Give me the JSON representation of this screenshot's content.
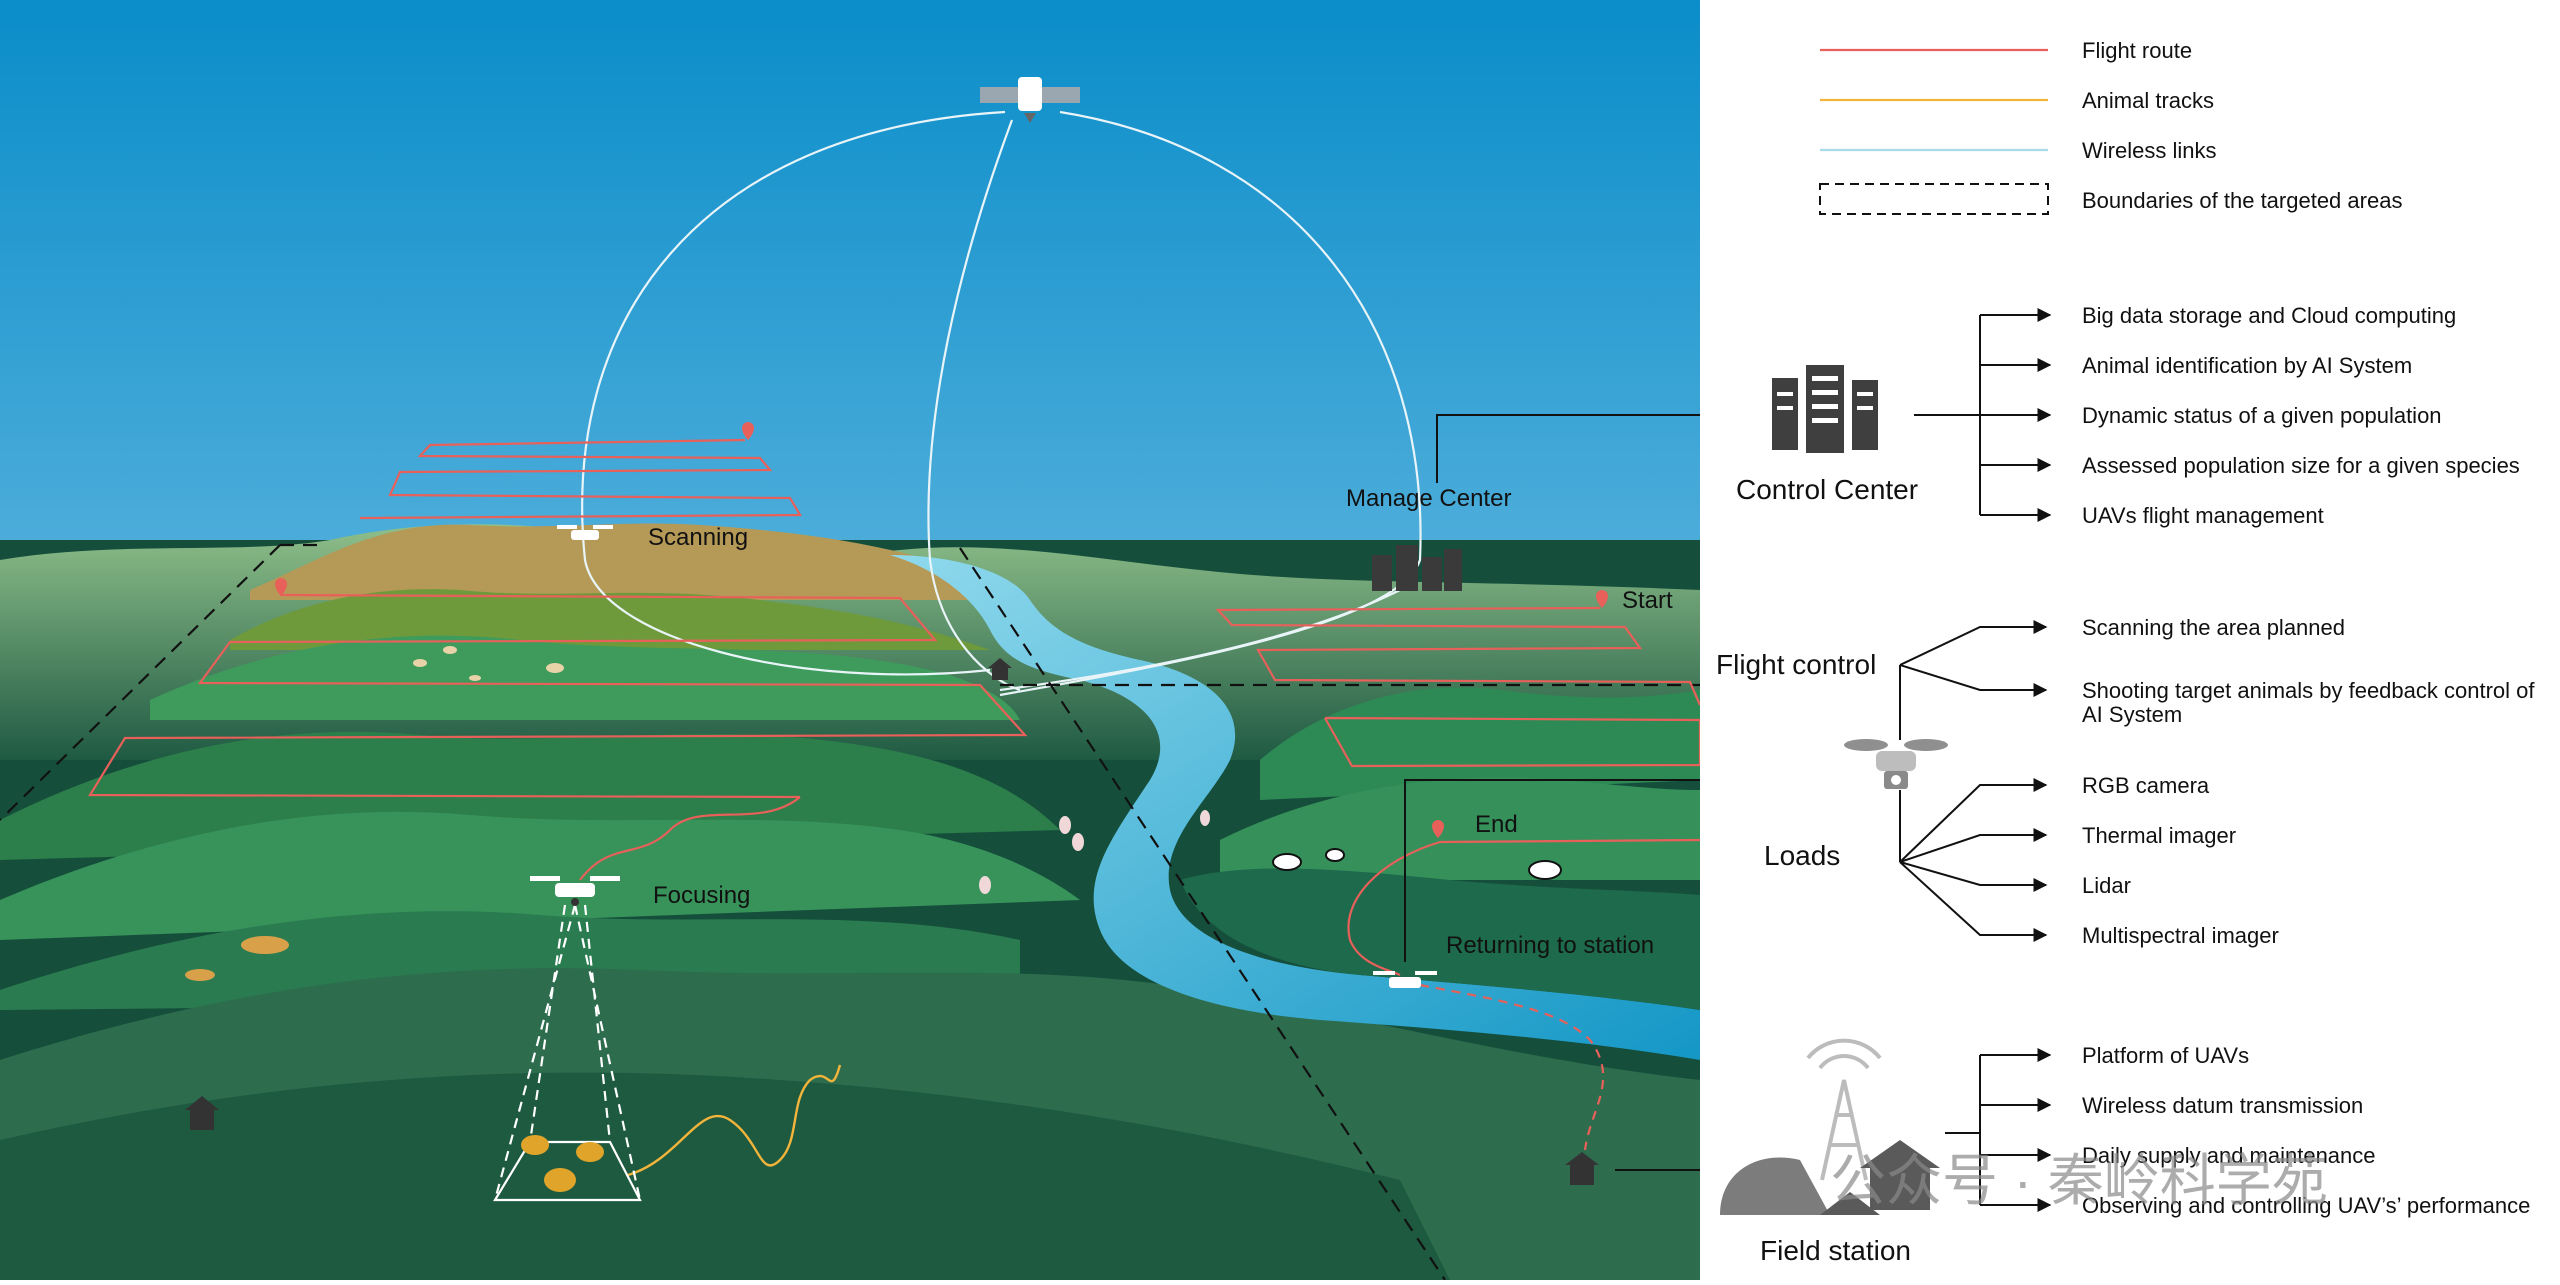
{
  "legend": [
    {
      "label": "Flight route",
      "color": "#e8605a",
      "style": "solid"
    },
    {
      "label": "Animal tracks",
      "color": "#f2b43a",
      "style": "solid"
    },
    {
      "label": "Wireless links",
      "color": "#a9dcea",
      "style": "solid"
    },
    {
      "label": "Boundaries of the targeted areas",
      "color": "#111111",
      "style": "dashed"
    }
  ],
  "scene_labels": {
    "scanning": "Scanning",
    "focusing": "Focusing",
    "manage_center": "Manage Center",
    "start": "Start",
    "end": "End",
    "returning": "Returning to station"
  },
  "control_center": {
    "title": "Control Center",
    "outputs": [
      "Big data storage and Cloud computing",
      "Animal identification by AI System",
      "Dynamic status of a given population",
      "Assessed population size for a given species",
      "UAVs flight management"
    ]
  },
  "flight_control": {
    "title": "Flight control",
    "outputs": [
      {
        "line1": "Scanning the area planned",
        "line2": ""
      },
      {
        "line1": "Shooting target animals by feedback control of",
        "line2": "AI System"
      }
    ]
  },
  "loads": {
    "title": "Loads",
    "outputs": [
      "RGB camera",
      "Thermal imager",
      "Lidar",
      "Multispectral imager"
    ]
  },
  "field_station": {
    "title": "Field station",
    "outputs": [
      "Platform of UAVs",
      "Wireless datum transmission",
      "Daily supply and maintenance",
      "Observing and controlling UAV’s’ performance"
    ]
  },
  "watermark": "公众号 · 秦岭科学苑",
  "colors": {
    "flight_route": "#e8605a",
    "animal_tracks": "#f2b43a",
    "wireless_links": "#a9dcea",
    "sky_top": "#0a8fcb",
    "sky_bottom": "#9fd3ea",
    "river": "#2ab1d6",
    "forest_dark": "#0f4f3a",
    "forest_mid": "#2f8a55"
  }
}
